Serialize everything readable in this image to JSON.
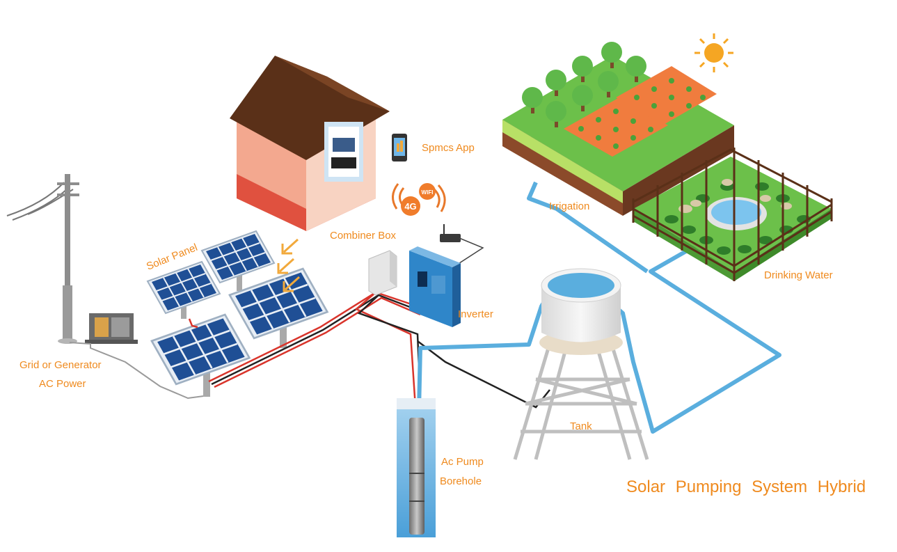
{
  "diagram": {
    "title": "Solar Pumping System Hybrid",
    "labels": {
      "spmcs_app": "Spmcs App",
      "combiner_box": "Combiner Box",
      "solar_panel": "Solar Panel",
      "inverter": "Inverter",
      "irrigation": "Irrigation",
      "drinking_water": "Drinking Water",
      "grid_line1": "Grid or Generator",
      "grid_line2": "AC Power",
      "tank": "Tank",
      "pump_line1": "Ac Pump",
      "pump_line2": "Borehole"
    },
    "badges": {
      "fourg": "4G",
      "wifi": "WIFI"
    }
  },
  "colors": {
    "accent_orange": "#ef8a1e",
    "pipe_blue": "#5aaede",
    "cable_red": "#d9342b",
    "roof_brown": "#5a3018",
    "house_wall": "#f3a88f",
    "inverter_blue": "#2f86c9",
    "grass_green": "#6cc04a",
    "soil_orange": "#f07c3e"
  },
  "icons": [
    "smartphone-icon",
    "sun-icon",
    "signal-waves-icon",
    "router-icon",
    "down-arrow-icon"
  ]
}
